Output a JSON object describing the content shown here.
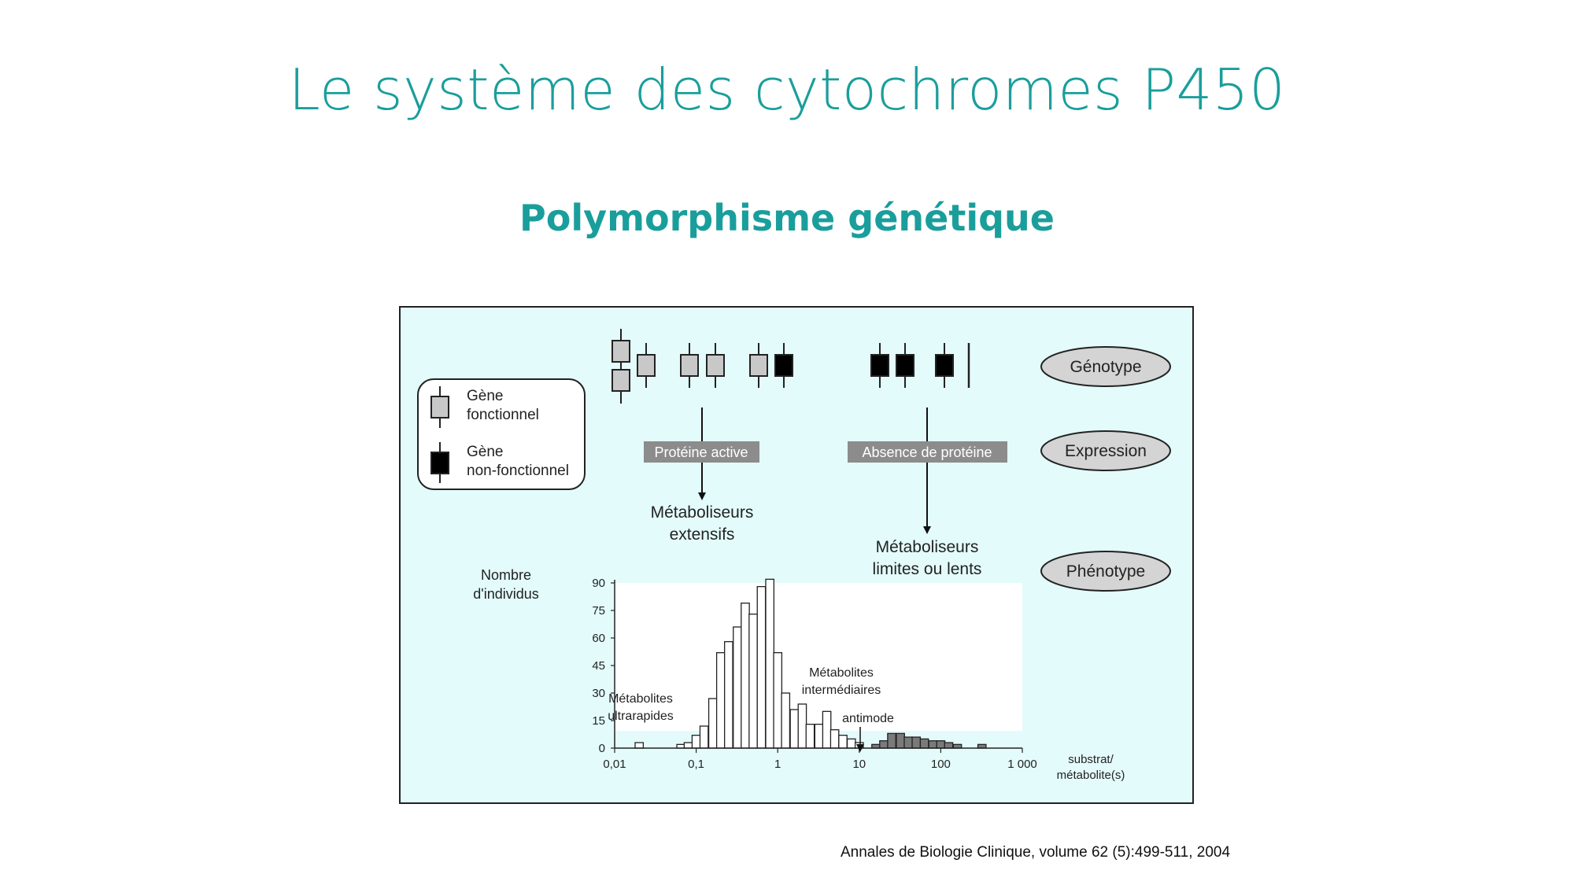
{
  "slide": {
    "title": "Le système des cytochromes P450",
    "subtitle": "Polymorphisme génétique",
    "citation": "Annales de Biologie Clinique, volume 62 (5):499-511, 2004"
  },
  "legend": {
    "functional_line1": "Gène",
    "functional_line2": "fonctionnel",
    "nonfunctional_line1": "Gène",
    "nonfunctional_line2": "non-fonctionnel"
  },
  "levels": {
    "genotype": "Génotype",
    "expression": "Expression",
    "phenotype": "Phénotype"
  },
  "flow": {
    "active_protein": "Protéine active",
    "absent_protein": "Absence de protéine",
    "extensive_line1": "Métaboliseurs",
    "extensive_line2": "extensifs",
    "poor_line1": "Métaboliseurs",
    "poor_line2": "limites ou lents"
  },
  "colors": {
    "functional_gene": "#c8c8c8",
    "nonfunctional_gene": "#000000",
    "label_box": "#8c8c8c",
    "background": "#e4fbfb",
    "slide_accent": "#1a9e9c"
  },
  "chart_data": {
    "type": "bar",
    "ylabel_line1": "Nombre",
    "ylabel_line2": "d'individus",
    "xlabel_line1": "substrat/",
    "xlabel_line2": "métabolite(s)",
    "x_scale": "log",
    "xlim": [
      0.01,
      1000
    ],
    "ylim": [
      0,
      90
    ],
    "x_ticks": [
      {
        "value": 0.01,
        "label": "0,01"
      },
      {
        "value": 0.1,
        "label": "0,1"
      },
      {
        "value": 1,
        "label": "1"
      },
      {
        "value": 10,
        "label": "10"
      },
      {
        "value": 100,
        "label": "100"
      },
      {
        "value": 1000,
        "label": "1 000"
      }
    ],
    "y_ticks": [
      0,
      15,
      30,
      45,
      60,
      75,
      90
    ],
    "annotations": {
      "ultrarapid_line1": "Métabolites",
      "ultrarapid_line2": "ultrarapides",
      "intermediate_line1": "Métabolites",
      "intermediate_line2": "intermédiaires",
      "antimode": "antimode"
    },
    "series": [
      {
        "group": "extensive",
        "color": "#ffffff",
        "bars": [
          {
            "x": 0.02,
            "y": 3
          },
          {
            "x": 0.065,
            "y": 2
          },
          {
            "x": 0.08,
            "y": 3
          },
          {
            "x": 0.1,
            "y": 7
          },
          {
            "x": 0.125,
            "y": 12
          },
          {
            "x": 0.16,
            "y": 27
          },
          {
            "x": 0.2,
            "y": 52
          },
          {
            "x": 0.25,
            "y": 58
          },
          {
            "x": 0.32,
            "y": 66
          },
          {
            "x": 0.4,
            "y": 79
          },
          {
            "x": 0.5,
            "y": 73
          },
          {
            "x": 0.63,
            "y": 88
          },
          {
            "x": 0.8,
            "y": 92
          },
          {
            "x": 1.0,
            "y": 52
          },
          {
            "x": 1.25,
            "y": 30
          },
          {
            "x": 1.6,
            "y": 21
          },
          {
            "x": 2.0,
            "y": 24
          },
          {
            "x": 2.5,
            "y": 13
          },
          {
            "x": 3.2,
            "y": 13
          },
          {
            "x": 4.0,
            "y": 20
          },
          {
            "x": 5.0,
            "y": 10
          },
          {
            "x": 6.3,
            "y": 7
          },
          {
            "x": 8.0,
            "y": 5
          },
          {
            "x": 10,
            "y": 3
          }
        ]
      },
      {
        "group": "poor",
        "color": "#7a7a7a",
        "bars": [
          {
            "x": 16,
            "y": 2
          },
          {
            "x": 20,
            "y": 4
          },
          {
            "x": 25,
            "y": 8
          },
          {
            "x": 32,
            "y": 8
          },
          {
            "x": 40,
            "y": 6
          },
          {
            "x": 50,
            "y": 6
          },
          {
            "x": 63,
            "y": 5
          },
          {
            "x": 80,
            "y": 4
          },
          {
            "x": 100,
            "y": 4
          },
          {
            "x": 125,
            "y": 3
          },
          {
            "x": 160,
            "y": 2
          },
          {
            "x": 320,
            "y": 2
          }
        ]
      }
    ]
  }
}
